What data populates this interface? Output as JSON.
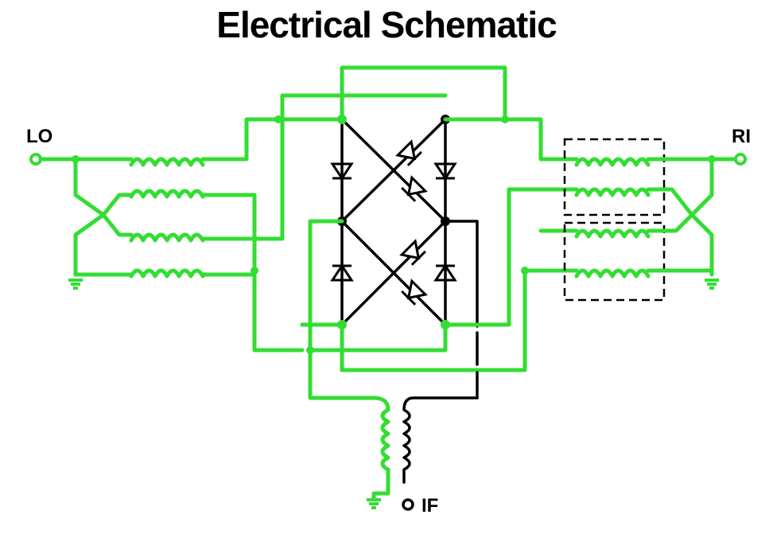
{
  "title": "Electrical Schematic",
  "ports": {
    "lo": "LO",
    "rf": "RI",
    "if": "IF"
  },
  "colors": {
    "wire": "#33dd33",
    "component": "#000000",
    "background": "#ffffff"
  }
}
